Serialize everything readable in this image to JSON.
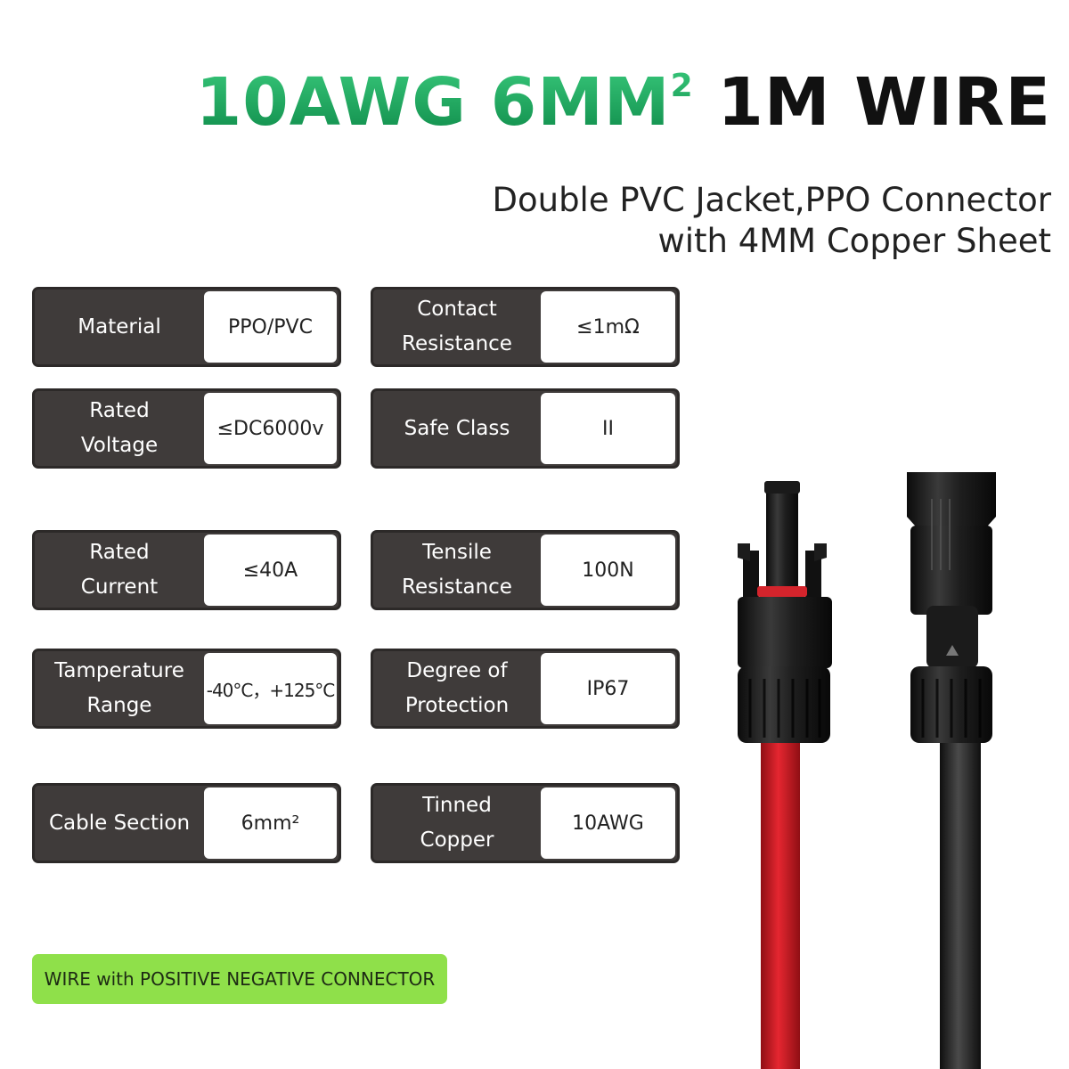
{
  "headline": {
    "green_text": "10AWG 6MM",
    "green_sup": "2",
    "black_text": "1M WIRE"
  },
  "subheadline": {
    "line1": "Double PVC Jacket,PPO Connector",
    "line2": "with 4MM Copper Sheet"
  },
  "specs": [
    {
      "label": "Material",
      "value": "PPO/PVC"
    },
    {
      "label": "Contact\nResistance",
      "value": "≤1mΩ"
    },
    {
      "label": "Rated\nVoltage",
      "value": "≤DC6000v"
    },
    {
      "label": "Safe Class",
      "value": "II"
    },
    {
      "label": "Rated\nCurrent",
      "value": "≤40A"
    },
    {
      "label": "Tensile\nResistance",
      "value": "100N"
    },
    {
      "label": "Tamperature\nRange",
      "value": "-40°C，+125°C"
    },
    {
      "label": "Degree of\nProtection",
      "value": "IP67"
    },
    {
      "label": "Cable Section",
      "value": "6mm²"
    },
    {
      "label": "Tinned\nCopper",
      "value": "10AWG"
    }
  ],
  "badge": {
    "text": "WIRE with POSITIVE NEGATIVE CONNECTOR",
    "color": "#8fe04a"
  },
  "product": {
    "wire_colors": {
      "positive": "#d91c24",
      "negative": "#2b2b2b"
    }
  }
}
